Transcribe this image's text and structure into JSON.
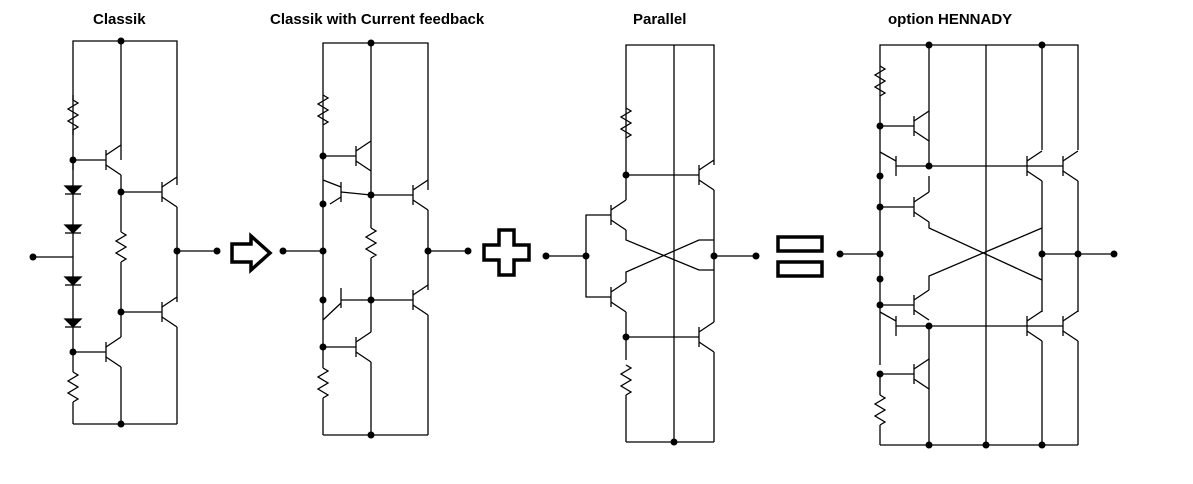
{
  "titles": {
    "classik": "Classik",
    "classik_feedback": "Classik  with Current feedback",
    "parallel": "Parallel",
    "hennady": "option HENNADY"
  },
  "symbols": {
    "arrow": "right-arrow-outline",
    "plus": "plus-outline",
    "equals": "equals-outline"
  }
}
